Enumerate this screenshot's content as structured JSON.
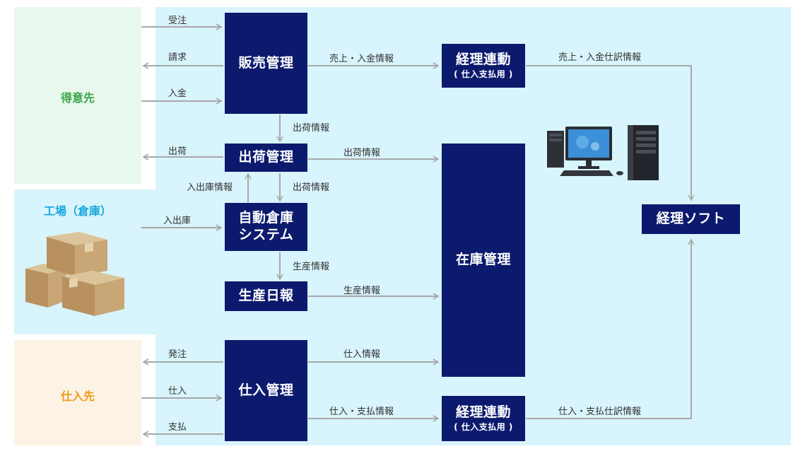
{
  "colors": {
    "navy": "#0c1a6e",
    "area_blue": "#d8f4fc",
    "customer_green": "#e8f8ec",
    "supplier_orange": "#fdf3e4",
    "arrow_gray": "#a8a8a8",
    "green_text": "#3aa648",
    "blue_text": "#1aa8e0",
    "orange_text": "#f09a1c"
  },
  "zones": {
    "customer": "得意先",
    "factory": "工場（倉庫）",
    "supplier": "仕入先"
  },
  "boxes": {
    "sales": [
      "販売管理"
    ],
    "shipping": [
      "出荷管理"
    ],
    "warehouse": [
      "自動倉庫",
      "システム"
    ],
    "production": [
      "生産日報"
    ],
    "purchase": [
      "仕入管理"
    ],
    "inventory": [
      "在庫管理"
    ],
    "acct_top": {
      "main": "経理連動",
      "sub": "( 仕入支払用 )"
    },
    "acct_bottom": {
      "main": "経理連動",
      "sub": "( 仕入支払用 )"
    },
    "software": [
      "経理ソフト"
    ]
  },
  "labels": {
    "order_received": "受注",
    "billing": "請求",
    "payment_received": "入金",
    "ship": "出荷",
    "stock_io": "入出庫",
    "order_placed": "発注",
    "purchase_in": "仕入",
    "payment": "支払",
    "sales_payment_info": "売上・入金情報",
    "sales_journal_info": "売上・入金仕訳情報",
    "ship_info_down1": "出荷情報",
    "ship_info_right": "出荷情報",
    "stock_io_info": "入出庫情報",
    "ship_info_down2": "出荷情報",
    "production_info_down": "生産情報",
    "production_info_right": "生産情報",
    "purchase_info": "仕入情報",
    "purchase_payment_info": "仕入・支払情報",
    "purchase_journal_info": "仕入・支払仕訳情報"
  },
  "icons": [
    "cardboard-boxes-icon",
    "desktop-computer-icon"
  ]
}
